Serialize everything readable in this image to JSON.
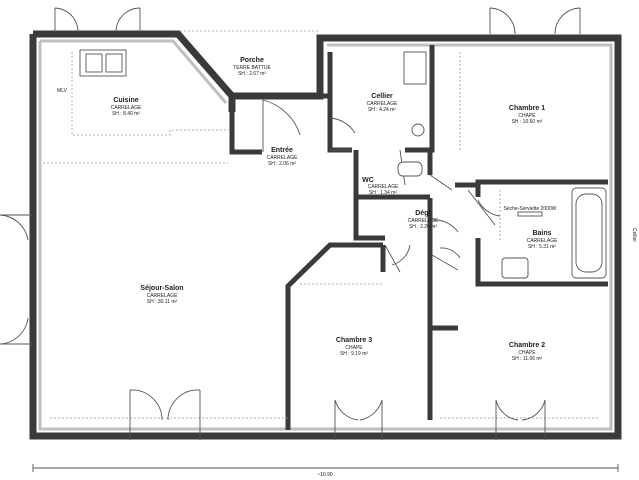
{
  "rooms": [
    {
      "id": "porche",
      "name": "Porche",
      "floor": "TERRE BATTUE",
      "area": "SH : 2.67 m²"
    },
    {
      "id": "cuisine",
      "name": "Cuisine",
      "floor": "CARRELAGE",
      "area": "SH : 8.40 m²"
    },
    {
      "id": "cellier",
      "name": "Cellier",
      "floor": "CARRELAGE",
      "area": "SH : 4.24 m²"
    },
    {
      "id": "chambre1",
      "name": "Chambre 1",
      "floor": "CHAPE",
      "area": "SH : 10.60 m²"
    },
    {
      "id": "entree",
      "name": "Entrée",
      "floor": "CARRELAGE",
      "area": "SH : 2.06 m²"
    },
    {
      "id": "wc",
      "name": "WC",
      "floor": "CARRELAGE",
      "area": "SH : 1.34 m²"
    },
    {
      "id": "degt",
      "name": "Dégt",
      "floor": "CARRELAGE",
      "area": "SH : 2.20 m²"
    },
    {
      "id": "bains",
      "name": "Bains",
      "floor": "CARRELAGE",
      "area": "SH : 5.31 m²"
    },
    {
      "id": "sejour",
      "name": "Séjour-Salon",
      "floor": "CARRELAGE",
      "area": "SH : 30.11 m²"
    },
    {
      "id": "chambre3",
      "name": "Chambre 3",
      "floor": "CHAPE",
      "area": "SH : 9.19 m²"
    },
    {
      "id": "chambre2",
      "name": "Chambre 2",
      "floor": "CHAPE",
      "area": "SH : 11.06 m²"
    }
  ],
  "annotations": {
    "mlv": "MLV",
    "seche_serviette": "Sèche-Serviette\n2000W",
    "cellier_side": "Cellier",
    "width_dim": "~10.90"
  }
}
